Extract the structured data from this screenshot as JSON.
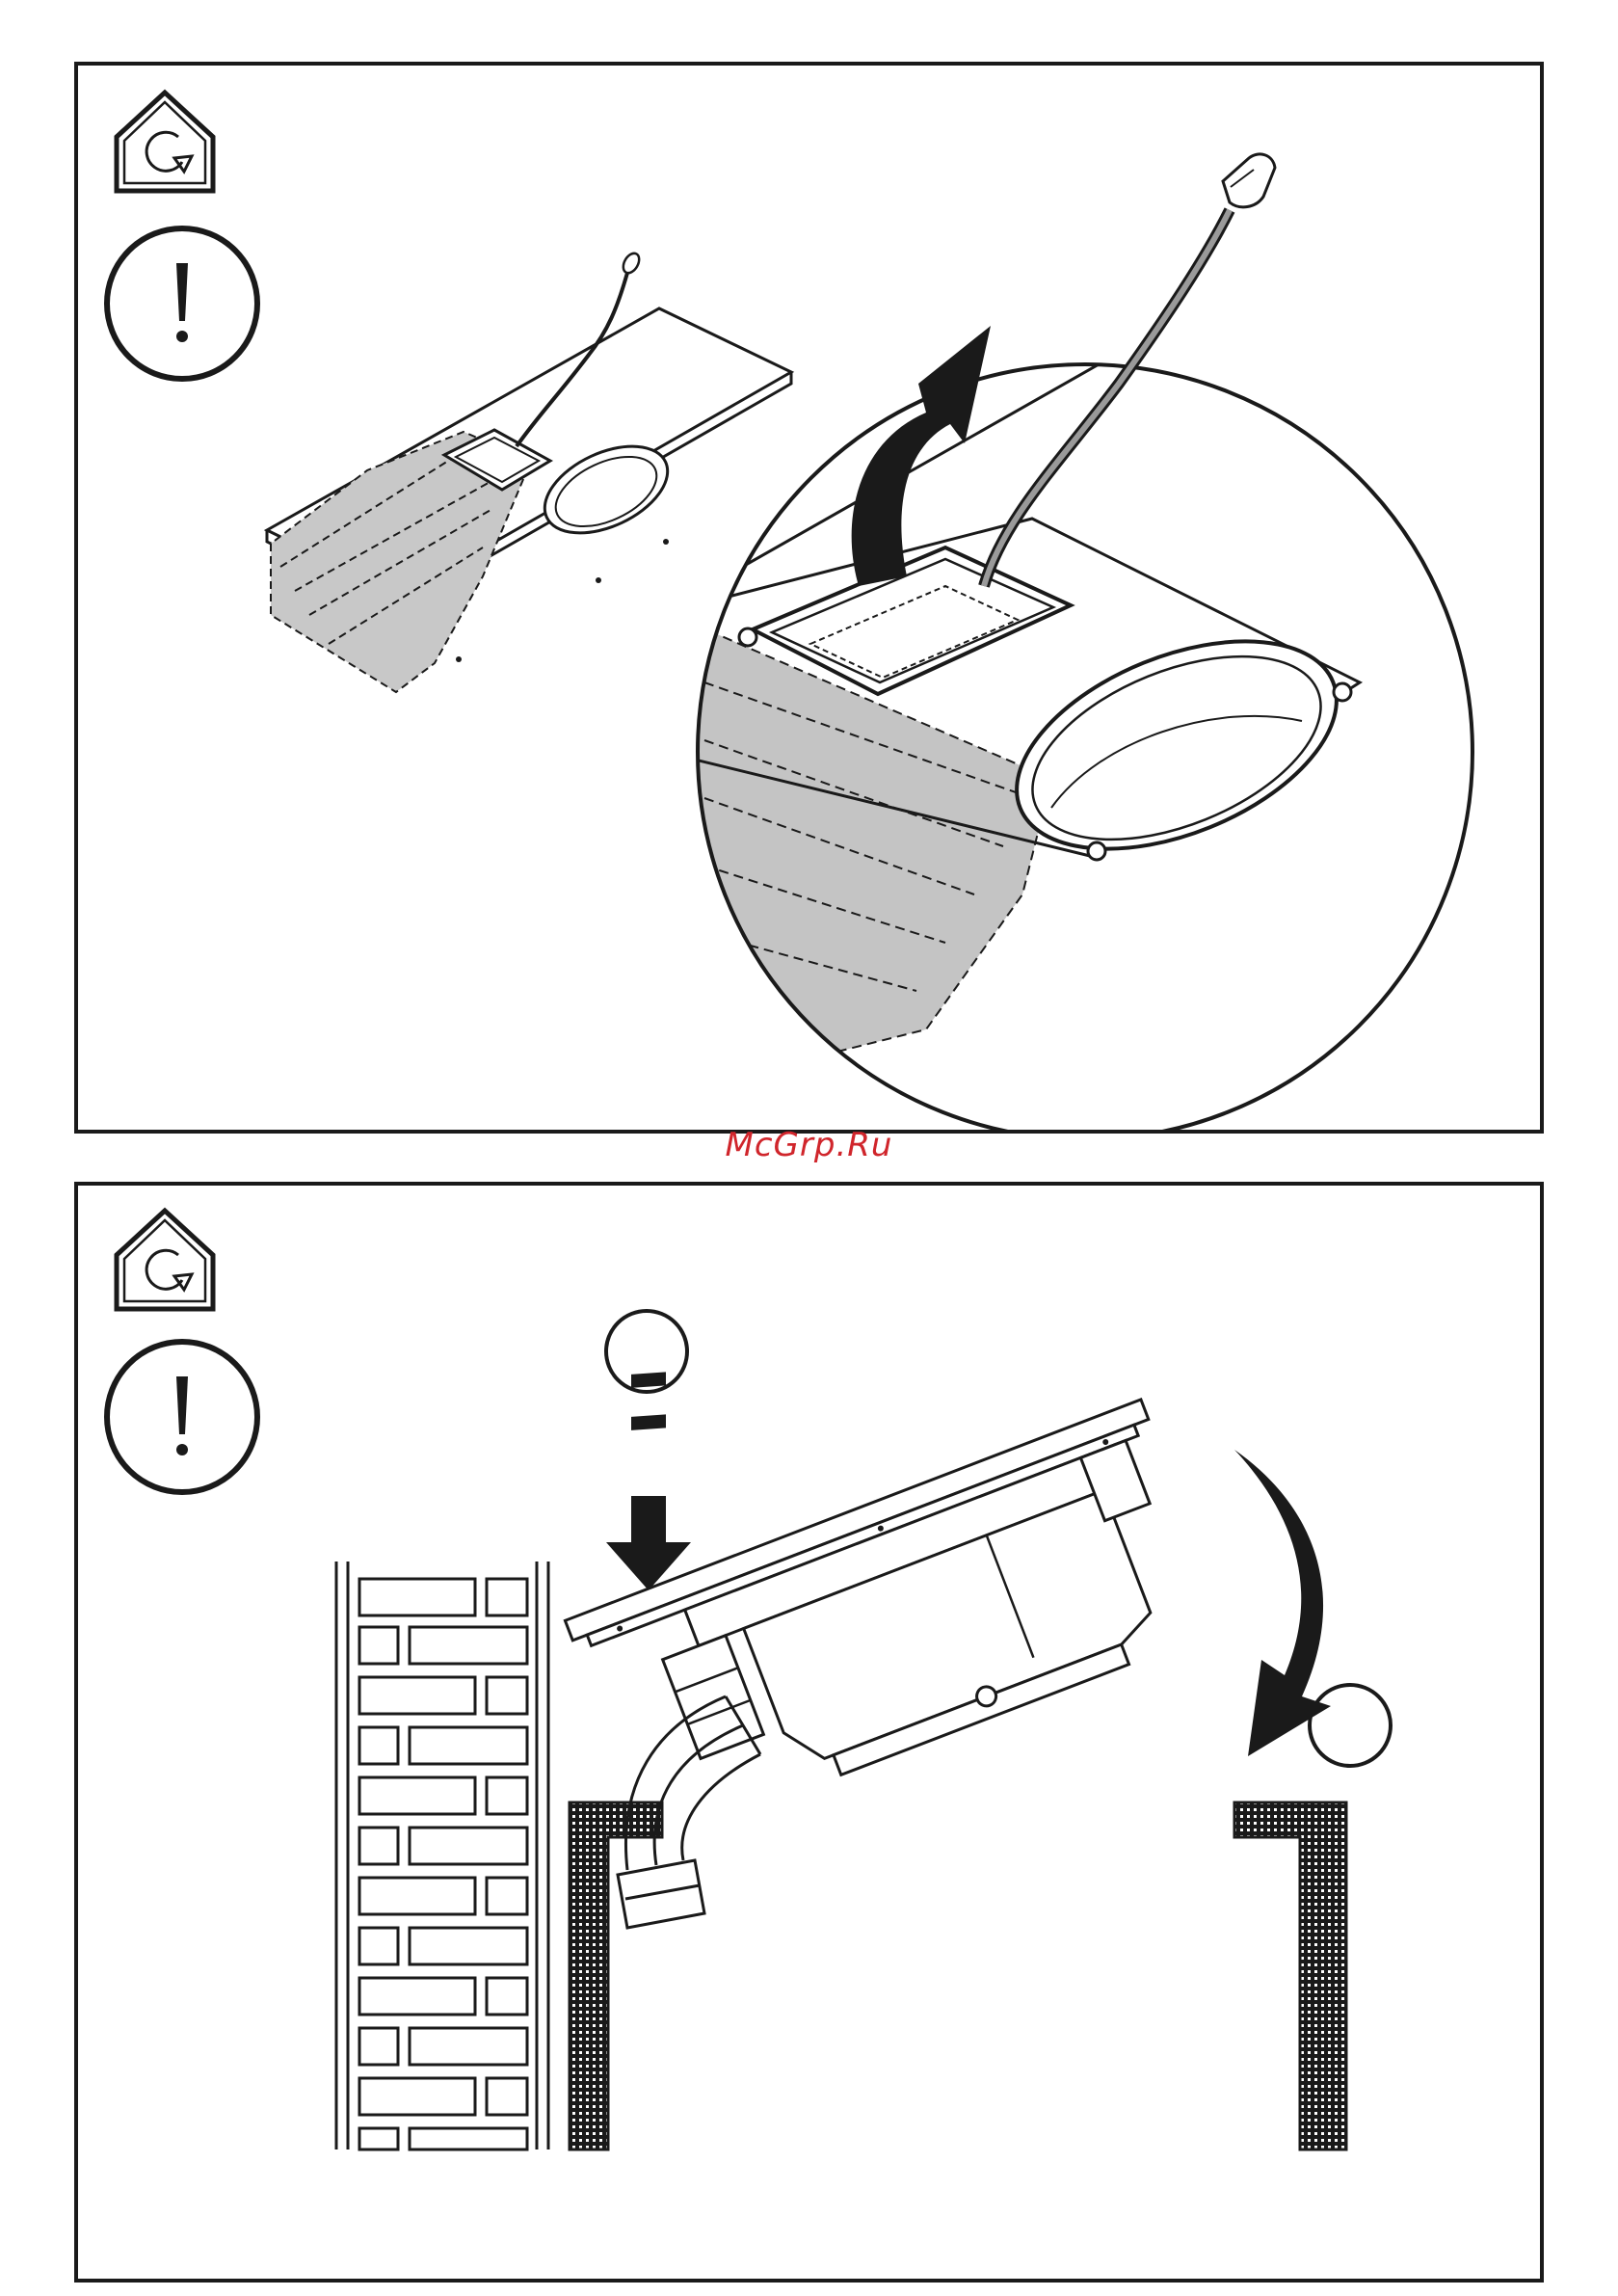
{
  "watermark": {
    "text": "McGrp.Ru",
    "color": "#d0252b"
  },
  "colors": {
    "ink": "#1a1a1a",
    "shade": "#c4c4c4",
    "paper": "#ffffff"
  },
  "icons": {
    "installer": "house-rotation-icon",
    "warning": "exclamation-circle-icon",
    "arrow_up": "curved-arrow-up-icon",
    "arrow_down": "dashed-arrow-down-icon",
    "arrow_tilt": "curved-arrow-down-icon",
    "step_marker": "circle-marker-icon"
  },
  "panels": [
    {
      "step": "cable-lift"
    },
    {
      "step": "hob-insertion"
    }
  ]
}
